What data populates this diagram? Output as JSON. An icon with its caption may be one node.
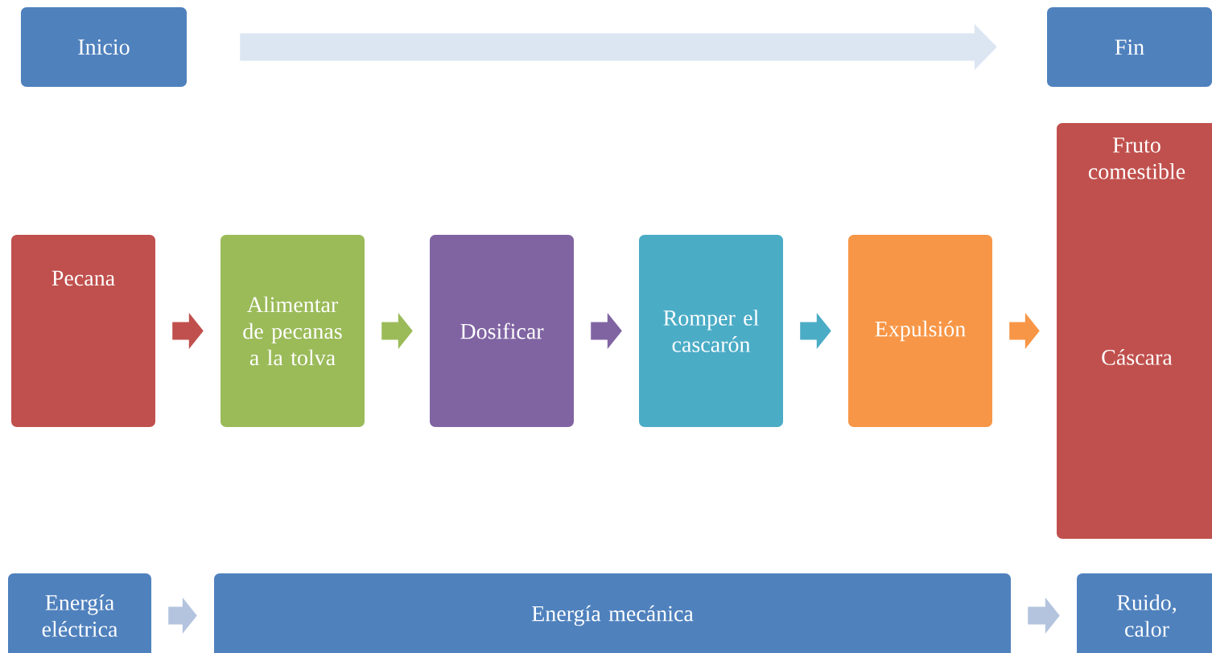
{
  "diagram": {
    "nodes": [
      {
        "text": [
          "Inicio"
        ]
      },
      {
        "text": [
          "Fin"
        ]
      },
      {
        "text": [
          "Pecana"
        ]
      },
      {
        "text": [
          "Alimentar de pecanas a la tolva"
        ]
      },
      {
        "text": [
          "Dosificar"
        ]
      },
      {
        "text": [
          "Romper el cascarón"
        ]
      },
      {
        "text": [
          "Expulsión"
        ]
      },
      {
        "text": [
          "Fruto comestible",
          "Cáscara"
        ]
      },
      {
        "text": [
          "Energía eléctrica"
        ]
      },
      {
        "text": [
          "Energía mecánica"
        ]
      },
      {
        "text": [
          "Ruido, calor"
        ]
      }
    ],
    "edges": [
      {
        "from": 0,
        "to": 1,
        "arrow": "to",
        "color": "#dce6f2"
      },
      {
        "from": 2,
        "to": 3,
        "arrow": "to",
        "color": "#c0504d"
      },
      {
        "from": 3,
        "to": 4,
        "arrow": "to",
        "color": "#9bbb59"
      },
      {
        "from": 4,
        "to": 5,
        "arrow": "to",
        "color": "#8064a2"
      },
      {
        "from": 5,
        "to": 6,
        "arrow": "to",
        "color": "#4bacc6"
      },
      {
        "from": 6,
        "to": 7,
        "arrow": "to",
        "color": "#f79646"
      },
      {
        "from": 8,
        "to": 9,
        "arrow": "to",
        "color": "#b4c4de"
      },
      {
        "from": 9,
        "to": 10,
        "arrow": "to",
        "color": "#b4c4de"
      }
    ]
  }
}
